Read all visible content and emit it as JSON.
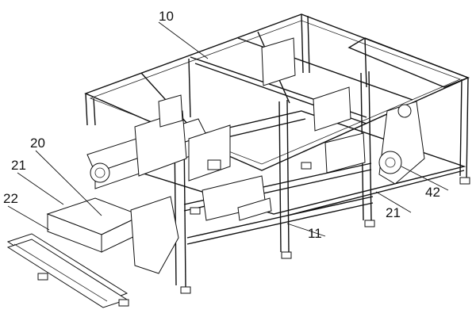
{
  "figure": {
    "callouts": [
      {
        "id": "c10",
        "text": "10"
      },
      {
        "id": "c20",
        "text": "20"
      },
      {
        "id": "c21a",
        "text": "21"
      },
      {
        "id": "c22",
        "text": "22"
      },
      {
        "id": "c11",
        "text": "11"
      },
      {
        "id": "c21b",
        "text": "21"
      },
      {
        "id": "c42",
        "text": "42"
      }
    ]
  }
}
